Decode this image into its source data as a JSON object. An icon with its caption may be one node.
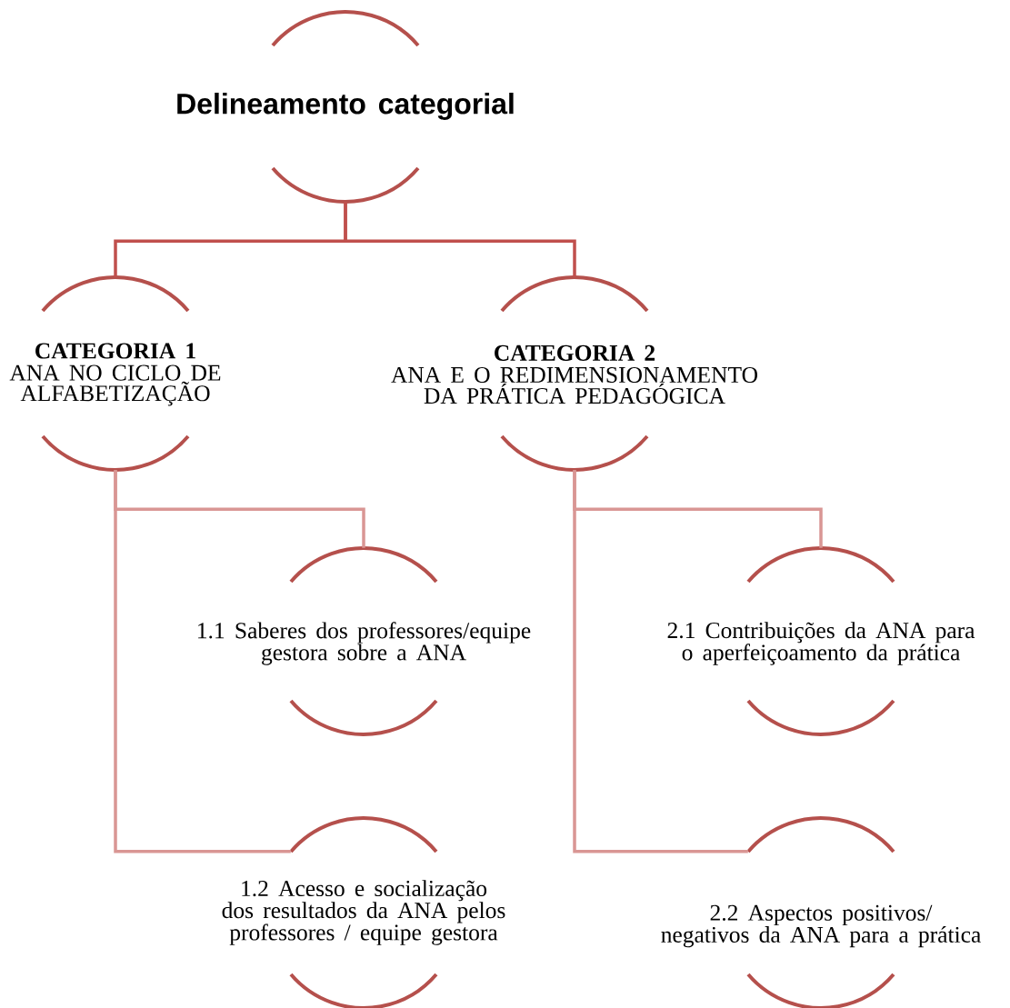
{
  "diagram": {
    "nodes": [
      {
        "text": [
          "Delineamento categorial"
        ]
      },
      {
        "text": [
          "CATEGORIA 1",
          "ANA NO CICLO DE ALFABETIZAÇÃO"
        ]
      },
      {
        "text": [
          "CATEGORIA 2",
          "ANA E O REDIMENSIONAMENTO DA PRÁTICA PEDAGÓGICA"
        ]
      },
      {
        "text": [
          "1.1 Saberes dos professores/equipe gestora sobre a ANA"
        ]
      },
      {
        "text": [
          "1.2 Acesso e socialização dos resultados da ANA pelos professores / equipe gestora"
        ]
      },
      {
        "text": [
          "2.1 Contribuições  da ANA para o aperfeiçoamento da prática"
        ]
      },
      {
        "text": [
          "2.2 Aspectos positivos/ negativos da ANA para a prática"
        ]
      }
    ],
    "edges": [
      {
        "from": 0,
        "to": 1,
        "arrow": "none",
        "color": "#c0504d"
      },
      {
        "from": 0,
        "to": 2,
        "arrow": "none",
        "color": "#c0504d"
      },
      {
        "from": 1,
        "to": 3,
        "arrow": "none"
      },
      {
        "from": 1,
        "to": 4,
        "arrow": "none"
      },
      {
        "from": 2,
        "to": 5,
        "arrow": "none"
      },
      {
        "from": 2,
        "to": 6,
        "arrow": "none"
      }
    ]
  }
}
